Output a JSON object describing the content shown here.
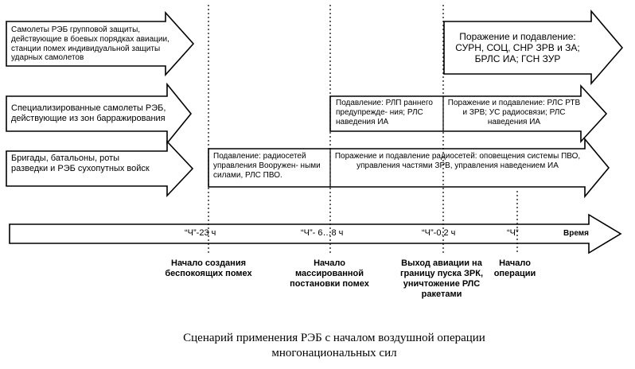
{
  "rows": {
    "aviation_group": {
      "label": "Самолеты РЭБ групповой защиты, действующие в боевых порядках авиации, станции помех индивидуальной защиты ударных самолетов",
      "phase1": "Поражение и подавление: СУРН, СОЦ, СНР ЗРВ и ЗА; БРЛС ИА; ГСН ЗУР"
    },
    "specialized_aircraft": {
      "label": "Специализированные самолеты РЭБ, действующие из зон барражирования",
      "phase1": "Подавление:  РЛП раннего предупрежде- ния; РЛС наведения ИА",
      "phase2": "Поражение и подавление: РЛС РТВ и ЗРВ; УС радиосвязи; РЛС наведения ИА"
    },
    "ground_units": {
      "label": "Бригады, батальоны, роты разведки и РЭБ сухопутных войск",
      "phase1": "Подавление: радиосетей управления Вооружен- ными силами, РЛС ПВО.",
      "phase2": "Поражение и подавление радиосетей: оповещения системы ПВО, управления частями ЗРВ, управления наведением ИА"
    }
  },
  "timeline": {
    "axis_label": "Время",
    "ticks": [
      "“Ч”-23 ч",
      "“Ч”- 6…8 ч",
      "“Ч”-0.2 ч",
      "“Ч”"
    ]
  },
  "milestones": [
    "Начало создания беспокоящих помех",
    "Начало массированной постановки помех",
    "Выход авиации на границу пуска ЗРК, уничтожение РЛС ракетами",
    "Начало операции"
  ],
  "caption": {
    "line1": "Сценарий применения РЭБ с началом воздушной операции",
    "line2": "многонациональных сил"
  },
  "colors": {
    "stroke": "#000000",
    "fill": "#ffffff"
  }
}
